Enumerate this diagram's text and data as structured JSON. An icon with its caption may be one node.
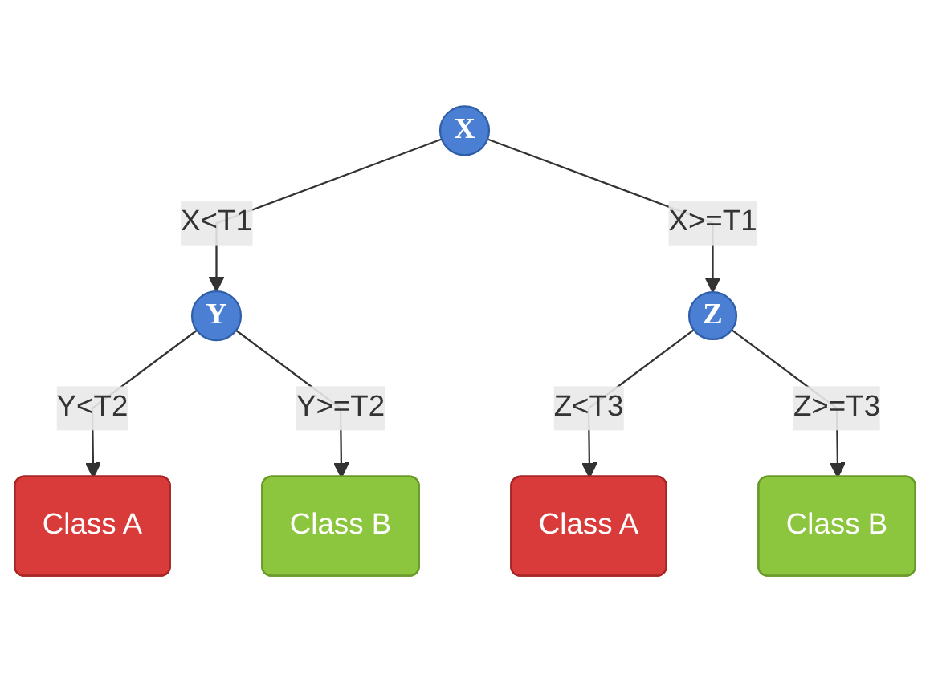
{
  "diagram": {
    "nodes": [
      {
        "text": [
          "X"
        ]
      },
      {
        "text": [
          "Y"
        ]
      },
      {
        "text": [
          "Z"
        ]
      },
      {
        "text": [
          "Class A"
        ]
      },
      {
        "text": [
          "Class B"
        ]
      },
      {
        "text": [
          "Class A"
        ]
      },
      {
        "text": [
          "Class B"
        ]
      }
    ],
    "edges": [
      {
        "from": 0,
        "to": 1,
        "arrow": "to",
        "label": "X<T1"
      },
      {
        "from": 0,
        "to": 2,
        "arrow": "to",
        "label": "X>=T1"
      },
      {
        "from": 1,
        "to": 3,
        "arrow": "to",
        "label": "Y<T2"
      },
      {
        "from": 1,
        "to": 4,
        "arrow": "to",
        "label": "Y>=T2"
      },
      {
        "from": 2,
        "to": 5,
        "arrow": "to",
        "label": "Z<T3"
      },
      {
        "from": 2,
        "to": 6,
        "arrow": "to",
        "label": "Z>=T3"
      }
    ]
  }
}
